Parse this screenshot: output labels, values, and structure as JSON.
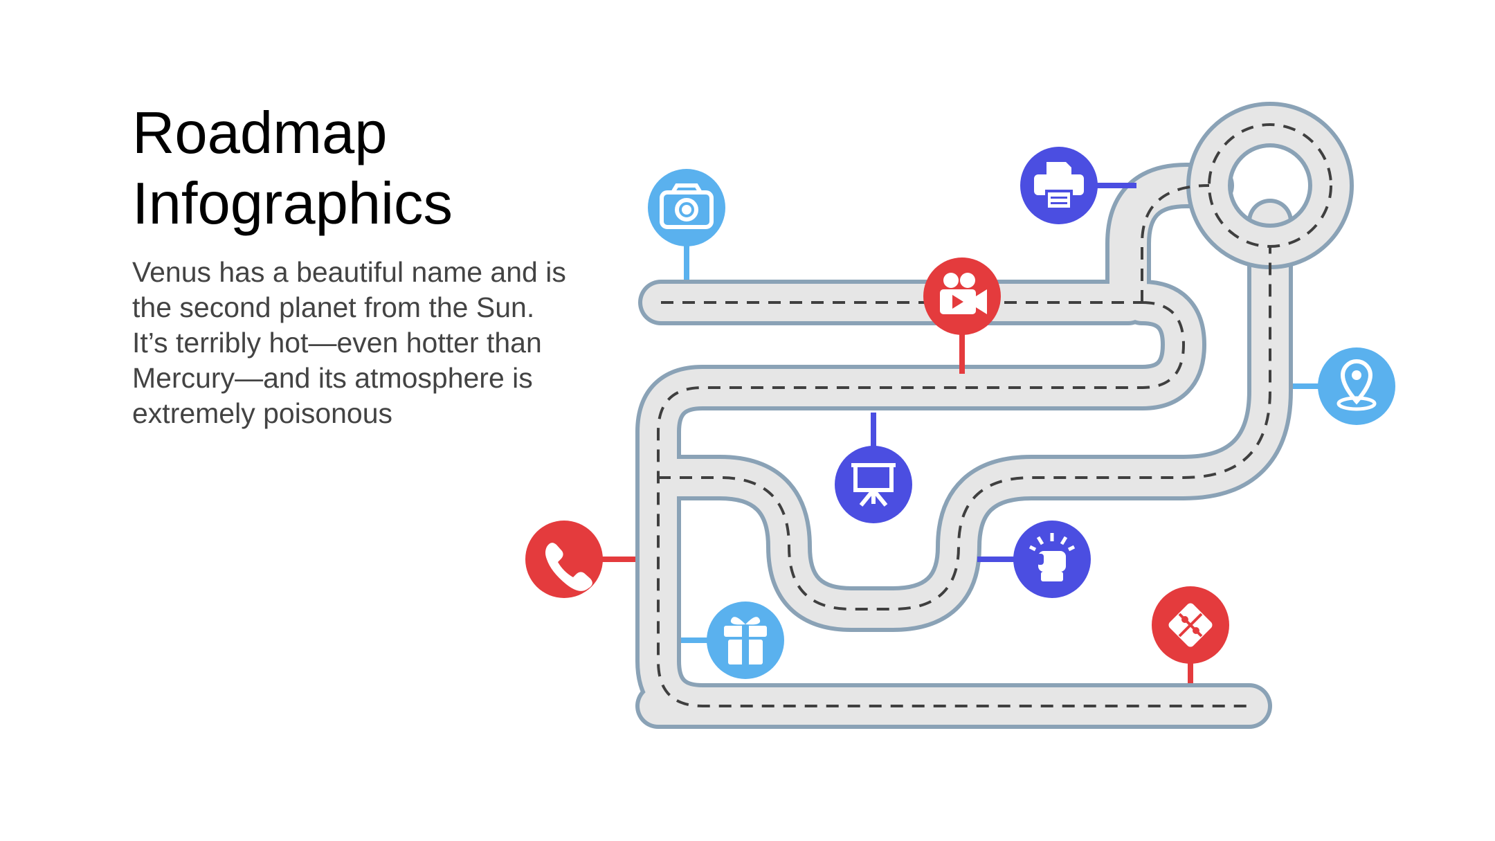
{
  "slide": {
    "title": "Roadmap\nInfographics",
    "description": "Venus has a beautiful name and is the second planet from the Sun. It’s terribly hot—even hotter than Mercury—and its atmosphere is extremely poisonous"
  },
  "colors": {
    "road_fill": "#e6e6e6",
    "road_border": "#8aa2b6",
    "road_dash": "#3f3f3f",
    "red": "#e43b3d",
    "blue": "#4b4ee1",
    "light_blue": "#5ab1ee",
    "white": "#ffffff"
  },
  "milestones": [
    {
      "icon": "camera-icon",
      "color": "light_blue"
    },
    {
      "icon": "video-camera-icon",
      "color": "red"
    },
    {
      "icon": "printer-icon",
      "color": "blue"
    },
    {
      "icon": "location-pin-icon",
      "color": "light_blue"
    },
    {
      "icon": "presentation-board-icon",
      "color": "blue"
    },
    {
      "icon": "phone-icon",
      "color": "red"
    },
    {
      "icon": "raised-fist-icon",
      "color": "blue"
    },
    {
      "icon": "gift-icon",
      "color": "light_blue"
    },
    {
      "icon": "puzzle-icon",
      "color": "red"
    }
  ]
}
